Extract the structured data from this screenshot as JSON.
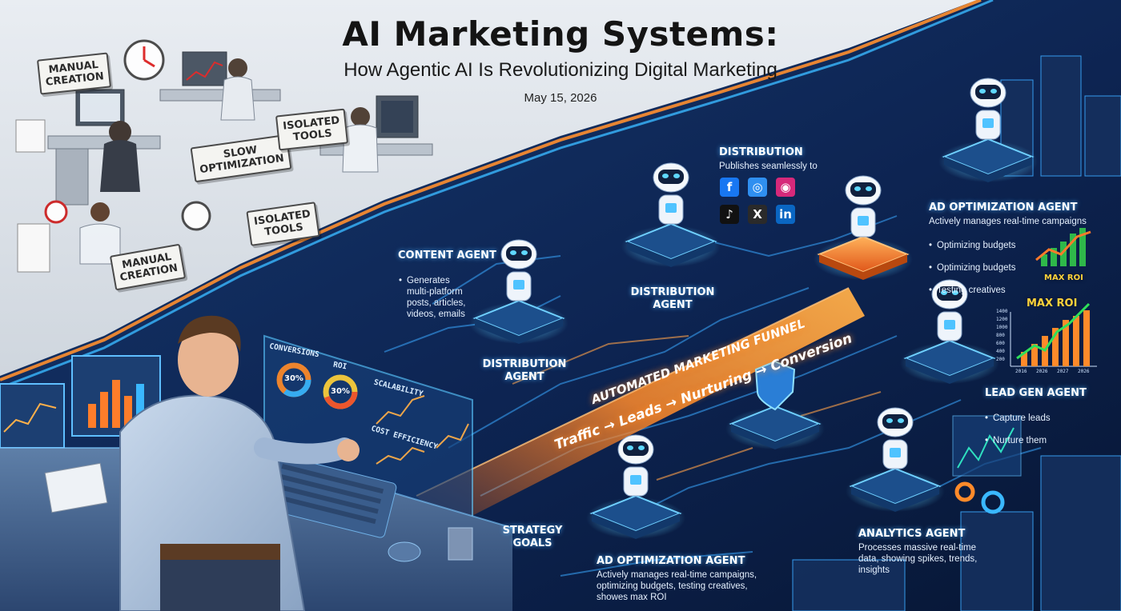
{
  "header": {
    "title": "AI Marketing Systems:",
    "subtitle": "How Agentic AI Is Revolutionizing Digital Marketing",
    "date": "May 15, 2026"
  },
  "old_world_signs": [
    {
      "id": "manual-creation-top",
      "text": "MANUAL\nCREATION"
    },
    {
      "id": "slow-optimization",
      "text": "SLOW\nOPTIMIZATION"
    },
    {
      "id": "isolated-tools-top",
      "text": "ISOLATED\nTOOLS"
    },
    {
      "id": "isolated-tools-bottom",
      "text": "ISOLATED\nTOOLS"
    },
    {
      "id": "manual-creation-bottom",
      "text": "MANUAL\nCREATION"
    }
  ],
  "agents": {
    "content": {
      "title": "CONTENT AGENT",
      "bullets": [
        "Generates\nmulti-platform\nposts, articles,\nvideos, emails"
      ]
    },
    "distribution_left": {
      "title": "DISTRIBUTION\nAGENT"
    },
    "distribution_mid": {
      "title": "DISTRIBUTION\nAGENT"
    },
    "distribution_info": {
      "title": "DISTRIBUTION",
      "desc": "Publishes seamlessly to"
    },
    "ad_optimization_top": {
      "title": "AD OPTIMIZATION AGENT",
      "desc": "Actively manages real-time campaigns",
      "bullets": [
        "Optimizing budgets",
        "Optimizing budgets",
        "Testing creatives"
      ]
    },
    "lead_gen": {
      "title": "LEAD GEN AGENT",
      "bullets": [
        "Capture leads",
        "Nurture them"
      ]
    },
    "analytics": {
      "title": "ANALYTICS AGENT",
      "desc": "Processes massive real-time\ndata, showing spikes, trends,\ninsights"
    },
    "ad_optimization_bottom": {
      "title": "AD OPTIMIZATION AGENT",
      "desc": "Actively manages real-time campaigns,\noptimizing budgets, testing creatives,\nshowes max ROI"
    },
    "strategy": {
      "title": "STRATEGY\nGOALS"
    }
  },
  "funnel": {
    "label": "AUTOMATED MARKETING FUNNEL",
    "stages": [
      "Traffic",
      "Leads",
      "Nurturing",
      "Conversion"
    ],
    "arrow": "→"
  },
  "dashboard": {
    "conversions": "CONVERSIONS",
    "roi": "ROI",
    "scalability": "SCALABILITY",
    "cost_efficiency": "COST EFFICIENCY",
    "conversions_pct": "30%",
    "roi_pct": "30%"
  },
  "roi_charts": {
    "small": {
      "label": "MAX ROI"
    },
    "large": {
      "label": "MAX ROI",
      "y_ticks": [
        "1400",
        "1200",
        "1000",
        "800",
        "600",
        "400",
        "200"
      ],
      "x_ticks": [
        "2016",
        "2026",
        "2027",
        "2026"
      ]
    }
  },
  "social_icons": [
    {
      "name": "facebook-icon",
      "glyph": "f",
      "color": "#1877f2"
    },
    {
      "name": "globe-icon",
      "glyph": "◎",
      "color": "#2f8ff0"
    },
    {
      "name": "instagram-icon",
      "glyph": "◉",
      "color": "#d6297a"
    },
    {
      "name": "tiktok-icon",
      "glyph": "♪",
      "color": "#111111"
    },
    {
      "name": "x-icon",
      "glyph": "X",
      "color": "#2a2a2a"
    },
    {
      "name": "linkedin-icon",
      "glyph": "in",
      "color": "#0a66c2"
    }
  ],
  "colors": {
    "funnel_orange": "#ff8a2a",
    "neon_blue": "#38b6ff",
    "background_navy": "#0b1b3d"
  }
}
